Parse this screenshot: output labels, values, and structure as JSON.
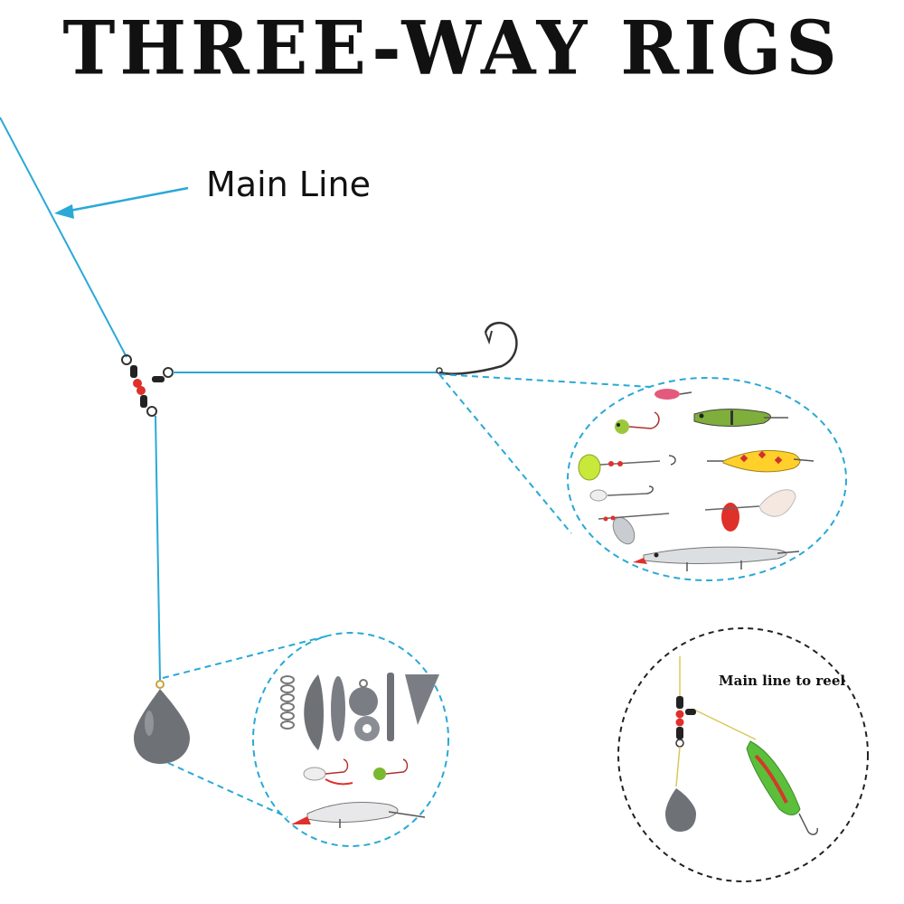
{
  "title": "THREE-WAY RIGS",
  "labels": {
    "main_line": "Main Line",
    "main_line_to_reel": "Main line to reel"
  },
  "colors": {
    "line": "#29a9d6",
    "dashed_zoom": "#29a9d6",
    "dashed_inset": "#222222",
    "bead": "#e0302a",
    "sinker": "#6e7277",
    "title": "#111111"
  },
  "icons": {
    "hook": "hook-icon",
    "swivel": "three-way-swivel-icon",
    "sinker": "teardrop-sinker-icon",
    "lure": "lure-icon",
    "arrow": "arrow-icon"
  }
}
